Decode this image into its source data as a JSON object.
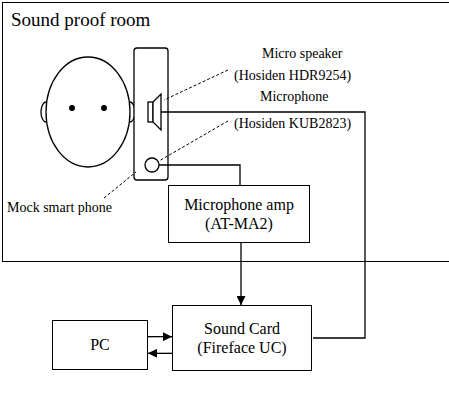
{
  "diagram": {
    "nodes": [
      {
        "text": [
          "Sound proof room"
        ]
      },
      {
        "text": [
          "Microphone amp",
          "(AT-MA2)"
        ],
        "in": 0
      },
      {
        "text": [
          "Sound Card",
          "(Fireface UC)"
        ]
      },
      {
        "text": [
          "PC"
        ]
      }
    ],
    "edges": [
      {
        "from": 1,
        "to": 2,
        "arrow": "to"
      },
      {
        "from": 3,
        "to": 2,
        "arrow": "to"
      },
      {
        "from": 2,
        "to": 3,
        "arrow": "to"
      }
    ],
    "labels": [
      "Micro speaker",
      "(Hosiden HDR9254)",
      "Microphone",
      "(Hosiden KUB2823)",
      "Mock smart phone"
    ]
  }
}
